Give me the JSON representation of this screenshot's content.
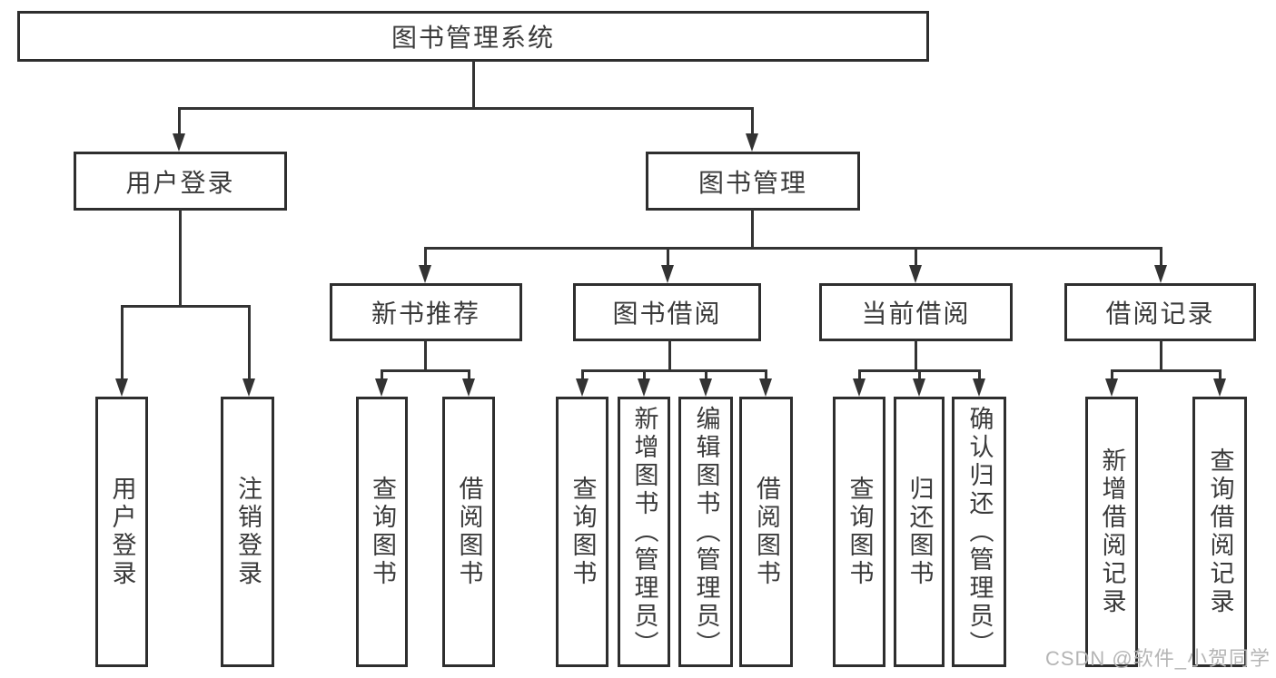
{
  "root": {
    "label": "图书管理系统"
  },
  "branches": [
    {
      "label": "用户登录",
      "children": [
        {
          "label": "用户登录"
        },
        {
          "label": "注销登录"
        }
      ]
    },
    {
      "label": "图书管理",
      "children": [
        {
          "label": "新书推荐",
          "children": [
            {
              "label": "查询图书"
            },
            {
              "label": "借阅图书"
            }
          ]
        },
        {
          "label": "图书借阅",
          "children": [
            {
              "label": "查询图书"
            },
            {
              "label": "新增图书（管理员）"
            },
            {
              "label": "编辑图书（管理员）"
            },
            {
              "label": "借阅图书"
            }
          ]
        },
        {
          "label": "当前借阅",
          "children": [
            {
              "label": "查询图书"
            },
            {
              "label": "归还图书"
            },
            {
              "label": "确认归还（管理员）"
            }
          ]
        },
        {
          "label": "借阅记录",
          "children": [
            {
              "label": "新增借阅记录"
            },
            {
              "label": "查询借阅记录"
            }
          ]
        }
      ]
    }
  ],
  "watermark": {
    "text": "CSDN @软件_小贺同学"
  },
  "colors": {
    "line": "#333333",
    "border": "#2e2e2e",
    "text": "#3a3a3a",
    "watermark": "#b5b5b5",
    "background": "#ffffff"
  }
}
